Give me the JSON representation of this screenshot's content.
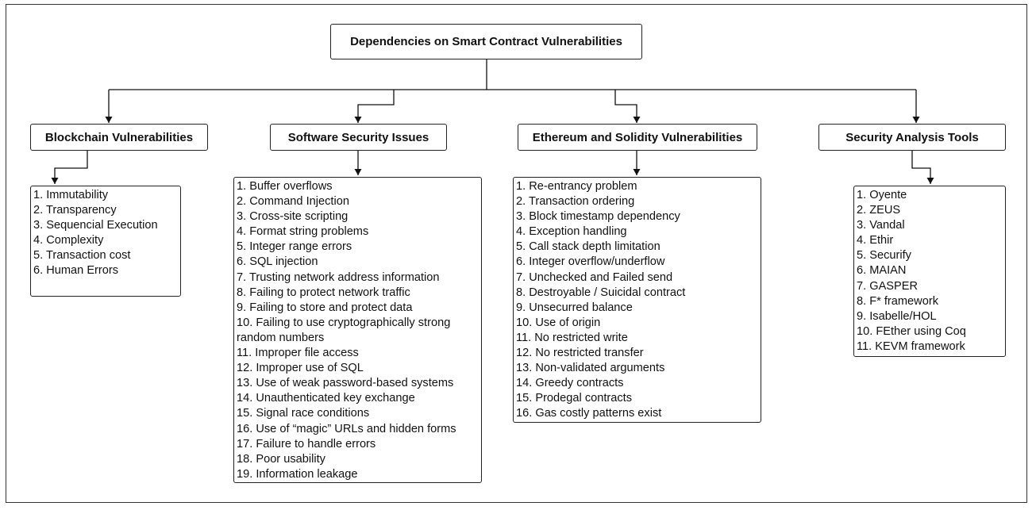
{
  "root": {
    "title": "Dependencies on Smart Contract Vulnerabilities"
  },
  "categories": [
    {
      "title": "Blockchain Vulnerabilities",
      "items": [
        "1. Immutability",
        "2. Transparency",
        "3. Sequencial Execution",
        "4. Complexity",
        "5. Transaction cost",
        "6. Human Errors"
      ]
    },
    {
      "title": "Software Security Issues",
      "items": [
        "1. Buffer overflows",
        "2. Command Injection",
        "3. Cross-site scripting",
        "4. Format string problems",
        "5. Integer range errors",
        "6. SQL injection",
        "7. Trusting network address information",
        "8. Failing to protect network traffic",
        "9. Failing to store and protect data",
        "10. Failing to use cryptographically strong random numbers",
        "11. Improper file access",
        "12. Improper use of SQL",
        "13. Use of weak password-based systems",
        "14. Unauthenticated key exchange",
        "15. Signal race conditions",
        "16. Use of “magic” URLs and hidden forms",
        "17. Failure to handle errors",
        "18. Poor usability",
        "19. Information leakage"
      ]
    },
    {
      "title": "Ethereum and Solidity Vulnerabilities",
      "items": [
        "1. Re-entrancy problem",
        "2. Transaction ordering",
        "3. Block timestamp dependency",
        "4. Exception handling",
        "5. Call stack depth limitation",
        "6. Integer overflow/underflow",
        "7. Unchecked and Failed send",
        "8. Destroyable / Suicidal contract",
        "9. Unsecurred balance",
        "10. Use of origin",
        "11. No restricted write",
        "12. No restricted transfer",
        "13. Non-validated arguments",
        "14. Greedy contracts",
        "15. Prodegal contracts",
        "16. Gas costly patterns exist"
      ]
    },
    {
      "title": "Security Analysis Tools",
      "items": [
        "1. Oyente",
        "2. ZEUS",
        "3. Vandal",
        "4. Ethir",
        "5. Securify",
        "6. MAIAN",
        "7. GASPER",
        "8. F* framework",
        "9. Isabelle/HOL",
        "10. FEther using Coq",
        "11. KEVM framework"
      ]
    }
  ]
}
